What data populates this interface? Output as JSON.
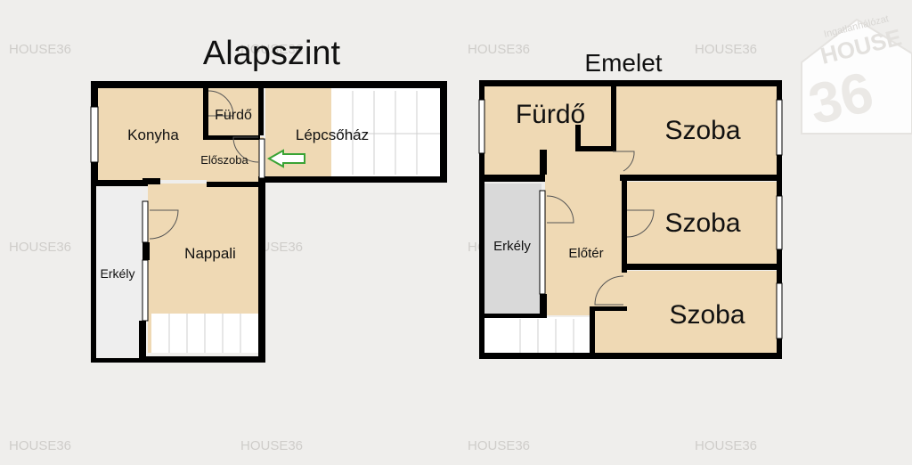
{
  "plans": {
    "ground": {
      "title": "Alapszint",
      "rooms": {
        "konyha": "Konyha",
        "furdo": "Fürdő",
        "eloszoba": "Előszoba",
        "lepcsohaz": "Lépcsőház",
        "nappali": "Nappali",
        "erkely": "Erkély"
      }
    },
    "upper": {
      "title": "Emelet",
      "rooms": {
        "furdo": "Fürdő",
        "szoba1": "Szoba",
        "szoba2": "Szoba",
        "szoba3": "Szoba",
        "erkely": "Erkély",
        "eloter": "Előtér"
      }
    }
  },
  "watermark": {
    "text": "HOUSE36",
    "logo_tagline": "Ingatlanhálózat",
    "logo_word": "HOUSE",
    "logo_number": "36"
  },
  "colors": {
    "room_fill": "#efd9b4",
    "wall": "#000000",
    "balcony_fill": "#d9d9d9",
    "stairs_fill": "#ffffff",
    "arrow": "#3aa335",
    "background": "#efeeec"
  }
}
